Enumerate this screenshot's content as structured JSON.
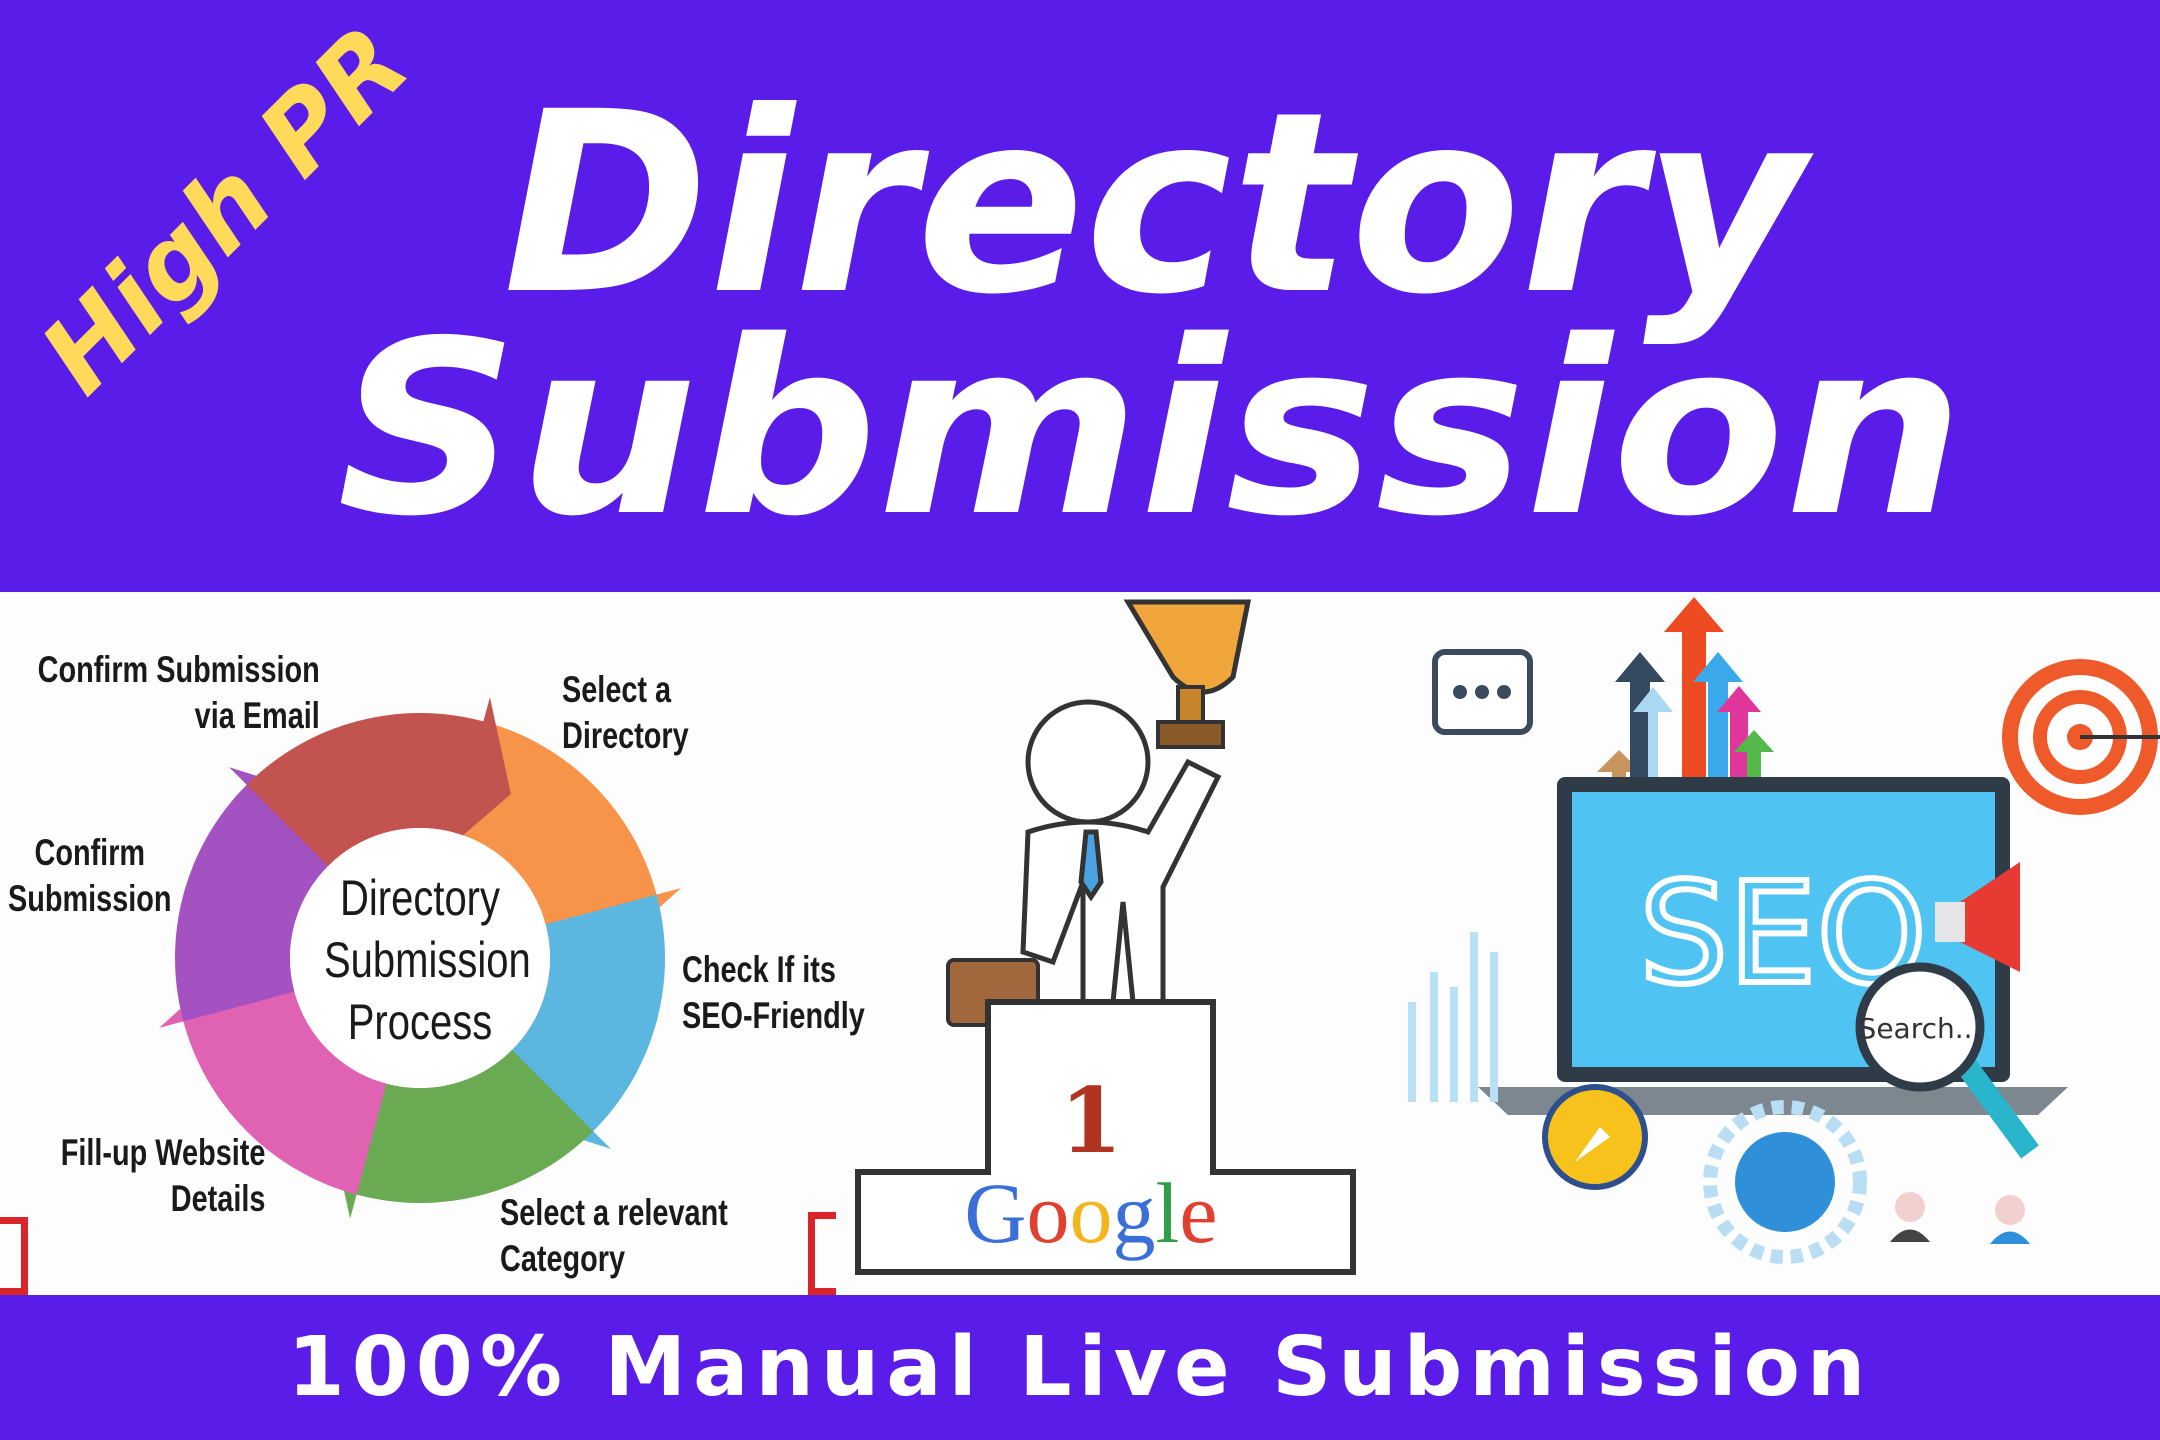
{
  "header": {
    "badge": "High PR",
    "title_line1": "Directory",
    "title_line2": "Submission"
  },
  "process_diagram": {
    "center": [
      "Directory",
      "Submission",
      "Process"
    ],
    "steps": [
      {
        "lines": [
          "Select a",
          "Directory"
        ],
        "color": "#f7944a"
      },
      {
        "lines": [
          "Check If its",
          "SEO-Friendly"
        ],
        "color": "#5bb7e0"
      },
      {
        "lines": [
          "Select a relevant",
          "Category"
        ],
        "color": "#6aaa52"
      },
      {
        "lines": [
          "Fill-up Website",
          "Details"
        ],
        "color": "#e062b2"
      },
      {
        "lines": [
          "Confirm",
          "Submission"
        ],
        "color": "#a452c2"
      },
      {
        "lines": [
          "Confirm Submission",
          "via Email"
        ],
        "color": "#c2534f"
      }
    ]
  },
  "ranking_illustration": {
    "rank": "1",
    "brand": [
      "G",
      "o",
      "o",
      "g",
      "l",
      "e"
    ],
    "brand_colors": [
      "#3b6fd8",
      "#e0402f",
      "#f2b51c",
      "#3b6fd8",
      "#2f9e48",
      "#e0402f"
    ]
  },
  "seo_illustration": {
    "screen_text": "SEO",
    "search_text": "Search..."
  },
  "footer": {
    "tagline": "100% Manual Live Submission"
  },
  "colors": {
    "brand_purple": "#5a1ce8",
    "badge_yellow": "#ffd95a"
  }
}
